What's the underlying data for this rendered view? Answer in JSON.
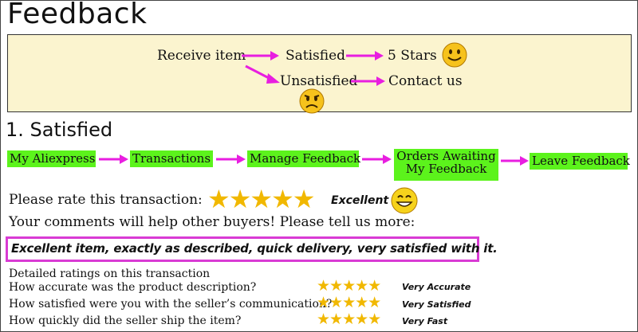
{
  "title": "Feedback",
  "overview": {
    "receive_item": "Receive item",
    "satisfied": "Satisfied",
    "five_stars": "5 Stars",
    "unsatisfied": "Unsatisfied",
    "contact_us": "Contact us"
  },
  "section_title": "1. Satisfied",
  "steps": [
    "My Aliexpress",
    "Transactions",
    "Manage Feedback",
    "Orders Awaiting",
    "My Feedback",
    "Leave Feedback"
  ],
  "rating": {
    "prompt": "Please rate this transaction:",
    "stars": "★★★★★",
    "label": "Excellent"
  },
  "comments_prompt": "Your comments will help other buyers! Please tell us more:",
  "comment": "Excellent item, exactly as described, quick delivery, very satisfied with it.",
  "detailed": {
    "heading": "Detailed ratings on this transaction",
    "rows": [
      {
        "question": "How accurate was the product description?",
        "stars": "★★★★★",
        "label": "Very Accurate"
      },
      {
        "question": "How satisfied were you with the seller’s communication?",
        "stars": "★★★★★",
        "label": "Very Satisfied"
      },
      {
        "question": "How quickly did the seller ship the item?",
        "stars": "★★★★★",
        "label": "Very Fast"
      }
    ]
  },
  "colors": {
    "arrow": "#e81ee0",
    "step_bg": "#5cf31c",
    "star": "#f1b800",
    "overview_bg": "#fbf4cf",
    "comment_border": "#d93bd4"
  }
}
